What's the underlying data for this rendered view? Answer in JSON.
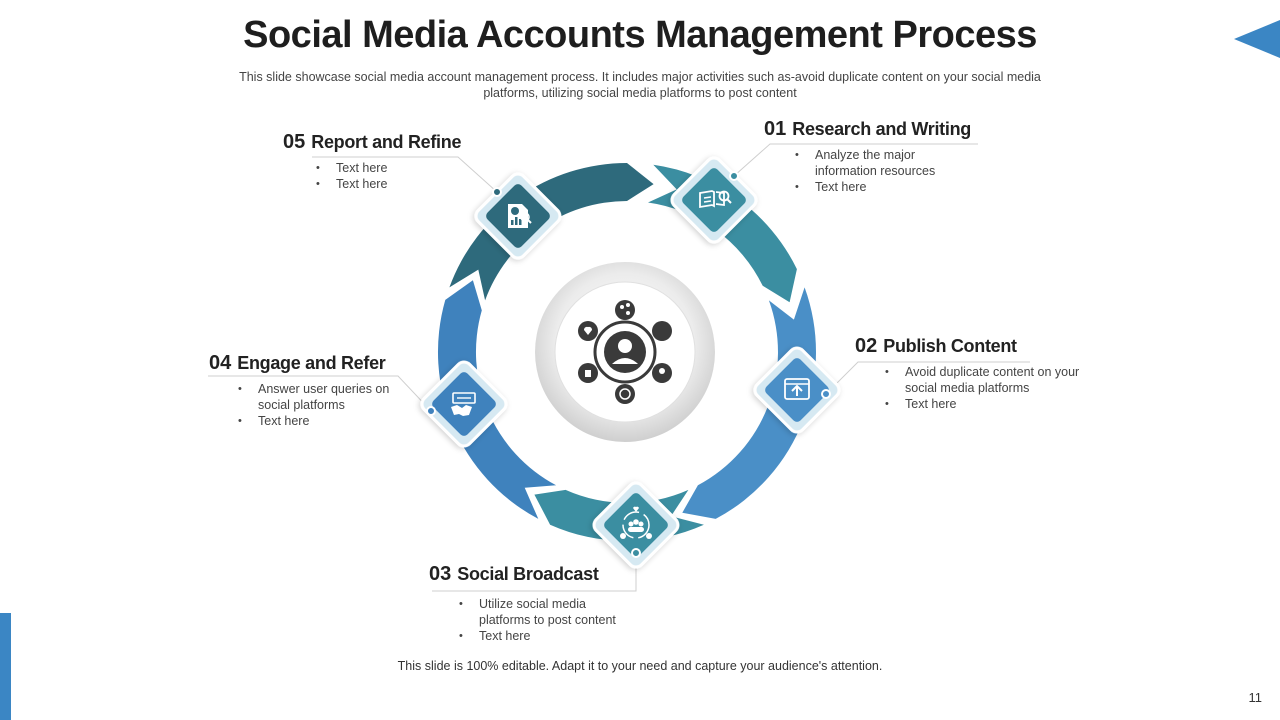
{
  "slide": {
    "title": "Social Media Accounts Management Process",
    "subtitle": "This slide showcase social media account management process. It includes major activities such as-avoid duplicate content on your social media platforms, utilizing social media platforms to post content",
    "footer": "This slide is 100% editable. Adapt it to your need and capture your audience's attention.",
    "page_number": "11"
  },
  "colors": {
    "dark_teal": "#2e6a7c",
    "teal": "#3b8ea1",
    "blue": "#4a8fc7",
    "mid_blue": "#3f82bd",
    "diamond_border": "#d6e9f2",
    "accent_blue": "#3b86c4"
  },
  "steps": [
    {
      "number": "01",
      "title": "Research and Writing",
      "bullets": [
        "Analyze the major information resources",
        "Text here"
      ],
      "icon": "book-magnifier-icon"
    },
    {
      "number": "02",
      "title": "Publish Content",
      "bullets": [
        "Avoid duplicate content on your social media platforms",
        "Text here"
      ],
      "icon": "upload-screen-icon"
    },
    {
      "number": "03",
      "title": "Social Broadcast",
      "bullets": [
        "Utilize social media platforms to post content",
        "Text here"
      ],
      "icon": "community-icon"
    },
    {
      "number": "04",
      "title": "Engage and Refer",
      "bullets": [
        "Answer user queries on social platforms",
        "Text here"
      ],
      "icon": "handshake-icon"
    },
    {
      "number": "05",
      "title": "Report and Refine",
      "bullets": [
        "Text here",
        "Text here"
      ],
      "icon": "report-chart-icon"
    }
  ],
  "center_icon": "social-network-icon"
}
